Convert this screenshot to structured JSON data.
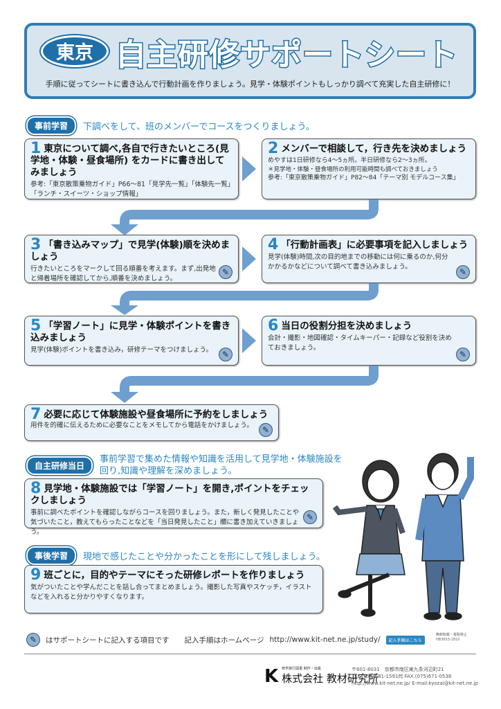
{
  "header": {
    "region": "東京",
    "title": "自主研修サポートシート",
    "subtitle": "手順に従ってシートに書き込んで行動計画を作りましょう。見学・体験ポイントもしっかり調べて充実した自主研修に！"
  },
  "sections": {
    "pre": {
      "label": "事前学習",
      "text": "下調べをして、班のメンバーでコースをつくりましょう。"
    },
    "day": {
      "label": "自主研修当日",
      "text1": "事前学習で集めた情報や知識を活用して見学地・体験施設を",
      "text2": "回り,知識や理解を深めましょう。"
    },
    "post": {
      "label": "事後学習",
      "text": "現地で感じたことや分かったことを形にして残しましょう。"
    }
  },
  "steps": [
    {
      "num": "1",
      "title": "東京について調べ,各自で行きたいところ(見学地・体験・昼食場所) をカードに書き出してみましょう",
      "text": "参考:「東京散策乗物ガイド」P66〜81「見学先一覧」「体験先一覧」「ランチ・スイーツ・ショップ情報」"
    },
    {
      "num": "2",
      "title": "メンバーで相談して，行き先を決めましょう",
      "text": "めやすは1日研修なら4〜5ヵ所。半日研修なら2〜3ヵ所。",
      "text2": "＊見学地・体験・昼食場所の利用可能時間も調べておきましょう",
      "text3": "参考:「東京散策乗物ガイド」P82〜84「テーマ別 モデルコース集」"
    },
    {
      "num": "3",
      "title": "「書き込みマップ」で見学(体験)順を決めましょう",
      "text": "行きたいところをマークして回る順番を考えます。まず,出発地と帰着場所を確認してから,順番を決めましょう。"
    },
    {
      "num": "4",
      "title": "「行動計画表」に必要事項を記入しましょう",
      "text": "見学(体験)時間,次の目的地までの移動には何に乗るのか,何分かかるかなどについて調べて書き込みましょう。"
    },
    {
      "num": "5",
      "title": "「学習ノート」に見学・体験ポイントを書き込みましょう",
      "text": "見学(体験)ポイントを書き込み，研修テーマをつけましょう。"
    },
    {
      "num": "6",
      "title": "当日の役割分担を決めましょう",
      "text": "会計・撮影・地図確認・タイムキーパー・記録など役割を決めておきましょう。"
    },
    {
      "num": "7",
      "title": "必要に応じて体験施設や昼食場所に予約をしましょう",
      "text": "用件を的確に伝えるために必要なことをメモしてから電話をかけましょう。"
    },
    {
      "num": "8",
      "title": "見学地・体験施設では「学習ノート」を開き,ポイントをチェックしましょう",
      "text": "事前に調べたポイントを確認しながらコースを回りましょう。また，新しく発見したことや気づいたこと，教えてもらったことなどを「当日発見したこと」欄に書き加えていきましょう。"
    },
    {
      "num": "9",
      "title": "班ごとに，目的やテーマにそった研修レポートを作りましょう",
      "text": "気がついたことや学んだことを話し合ってまとめましょう。撮影した写真やスケッチ，イラストなどを入れると分かりやすくなります。"
    }
  ],
  "footer": {
    "legend": "はサポートシートに記入する項目です",
    "guide": "記入手順はホームページ",
    "url": "http://www.kit-net.ne.jp/study/",
    "badge": "記入手順はこちら",
    "code1": "無断転載・複製禁止",
    "code2": "HB3653-1810",
    "publisher_line": "修学旅行図書 制作・出版",
    "company": "株式会社 教材研究所",
    "address": "〒601-8031　京都市南区東九条河辺町21",
    "tel": "TEL.(075)681-1591㈹ FAX.(075)671-0538",
    "web": "http://www.kit-net.ne.jp/ E-mail:kyozai@kit-net.ne.jp"
  },
  "colors": {
    "accent": "#1f6fa8",
    "step_number": "#2a86c3",
    "arrow": "#6e9fcf",
    "box_bg": "#e9f3f9"
  }
}
